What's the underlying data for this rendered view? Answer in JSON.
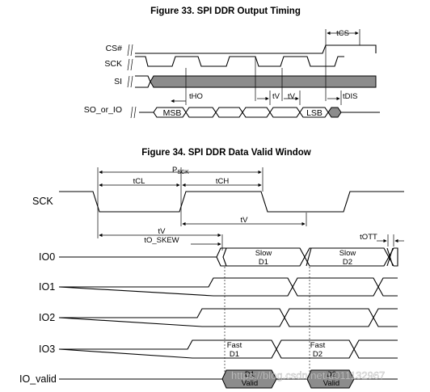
{
  "figure33": {
    "title": "Figure 33.  SPI DDR Output Timing",
    "signals": [
      "CS#",
      "SCK",
      "SI",
      "SO_or_IO"
    ],
    "params": {
      "tcs": "tCS",
      "tho": "tHO",
      "tv1": "tV",
      "tv2": "tV",
      "tdis": "tDIS"
    },
    "bits": {
      "msb": "MSB",
      "lsb": "LSB"
    }
  },
  "figure34": {
    "title": "Figure 34.  SPI DDR Data Valid Window",
    "signals": [
      "SCK",
      "IO0",
      "IO1",
      "IO2",
      "IO3",
      "IO_valid"
    ],
    "params": {
      "psck": "P",
      "psck_sub": "SCK",
      "tcl": "tCL",
      "tch": "tCH",
      "tv_left": "tV",
      "tv_right": "tV",
      "tskew": "tO_SKEW",
      "tott": "tOTT"
    },
    "windows": {
      "slow": "Slow",
      "fast": "Fast",
      "d1": "D1",
      "d2": "D2",
      "valid": "Valid"
    }
  },
  "watermark": "https://blog.csdn.net/u011132967"
}
